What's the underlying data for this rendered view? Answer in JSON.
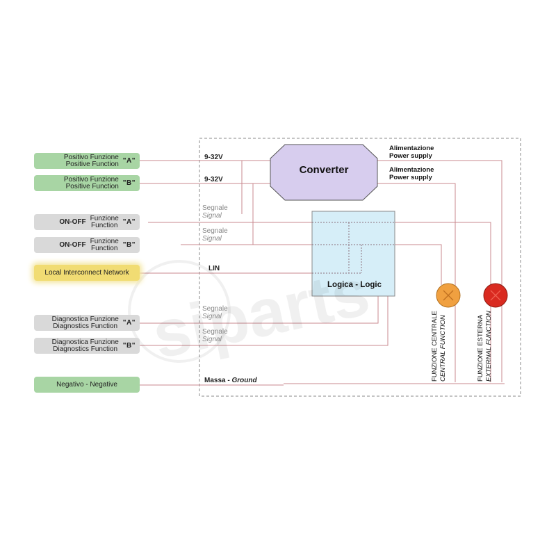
{
  "tags": {
    "pos_a": {
      "line1": "Positivo Funzione",
      "line2": "Positive Function",
      "q": "\"A\""
    },
    "pos_b": {
      "line1": "Positivo Funzione",
      "line2": "Positive Function",
      "q": "\"B\""
    },
    "onoff_a": {
      "prefix": "ON-OFF",
      "line1": "Funzione",
      "line2": "Function",
      "q": "\"A\""
    },
    "onoff_b": {
      "prefix": "ON-OFF",
      "line1": "Funzione",
      "line2": "Function",
      "q": "\"B\""
    },
    "lin": {
      "text": "Local Interconnect Network"
    },
    "diag_a": {
      "line1": "Diagnostica Funzione",
      "line2": "Diagnostics Function",
      "q": "\"A\""
    },
    "diag_b": {
      "line1": "Diagnostica Funzione",
      "line2": "Diagnostics Function",
      "q": "\"B\""
    },
    "neg": {
      "text": "Negativo - Negative"
    }
  },
  "wire_labels": {
    "v1": "9-32V",
    "v2": "9-32V",
    "sig1_it": "Segnale",
    "sig1_en": "Signal",
    "sig2_it": "Segnale",
    "sig2_en": "Signal",
    "lin": "LIN",
    "sig3_it": "Segnale",
    "sig3_en": "Signal",
    "sig4_it": "Segnale",
    "sig4_en": "Signal",
    "ground_it": "Massa -",
    "ground_en": "Ground"
  },
  "blocks": {
    "converter": "Converter",
    "logic": "Logica - Logic"
  },
  "outputs": {
    "ps1_it": "Alimentazione",
    "ps1_en": "Power supply",
    "ps2_it": "Alimentazione",
    "ps2_en": "Power supply"
  },
  "lamps": {
    "central_it": "FUNZIONE CENTRALE",
    "central_en": "CENTRAL FUNCTION",
    "external_it": "FUNZIONE ESTERNA",
    "external_en": "EXTERNAL FUNCTION"
  },
  "colors": {
    "wire": "#c9898f",
    "converter_fill": "#d7cdee",
    "logic_fill": "#d6eef8",
    "lamp_central": "#f0a040",
    "lamp_external": "#d92a20",
    "tag_green": "#a8d5a4",
    "tag_gray": "#d9d9d9",
    "tag_yellow": "#f1dc73"
  },
  "watermark": "siparts"
}
